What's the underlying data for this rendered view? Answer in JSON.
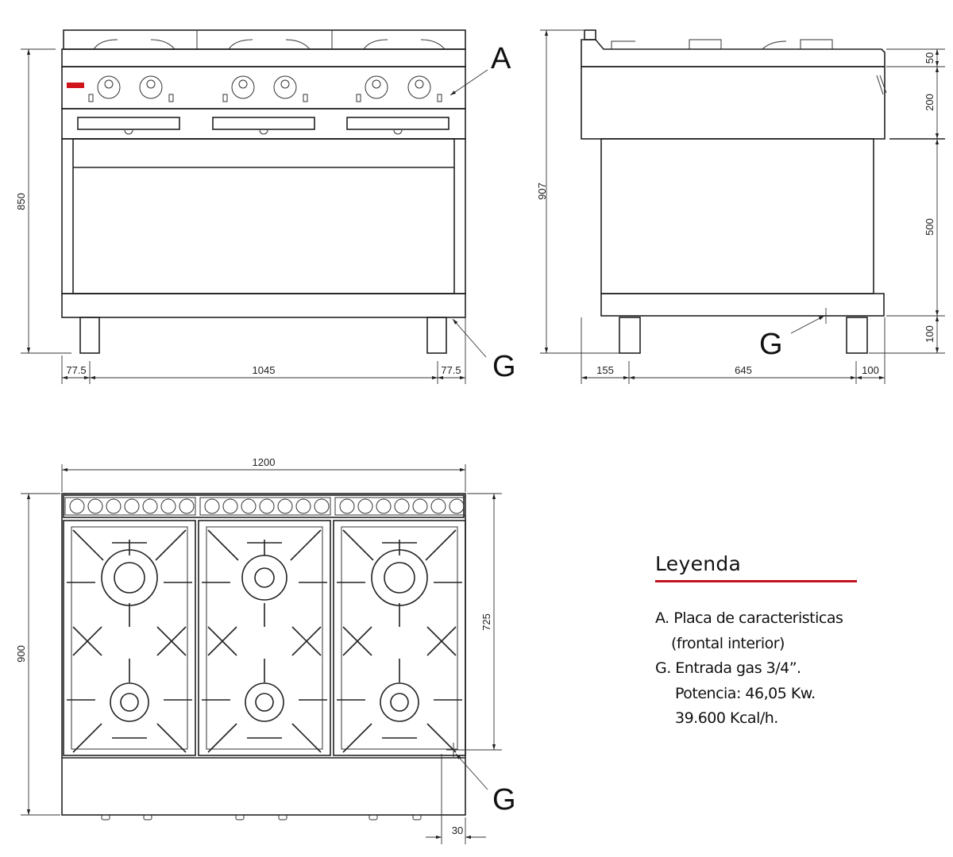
{
  "callouts": {
    "a": "A",
    "g": "G"
  },
  "front_view": {
    "height": "850",
    "left_offset": "77.5",
    "leg_span": "1045",
    "right_offset": "77.5"
  },
  "side_view": {
    "height": "907",
    "top": "50",
    "panel": "200",
    "cabinet": "500",
    "legs": "100",
    "rear": "155",
    "depth_span": "645",
    "front": "100"
  },
  "top_view": {
    "width": "1200",
    "depth": "900",
    "gas_depth": "725",
    "gas_offset": "30"
  },
  "legend": {
    "title": "Leyenda",
    "accent_color": "#c0141c",
    "lines": [
      "A. Placa de caracteristicas",
      "(frontal interior)",
      "G. Entrada gas 3/4”.",
      "Potencia: 46,05 Kw.",
      "39.600 Kcal/h."
    ]
  }
}
